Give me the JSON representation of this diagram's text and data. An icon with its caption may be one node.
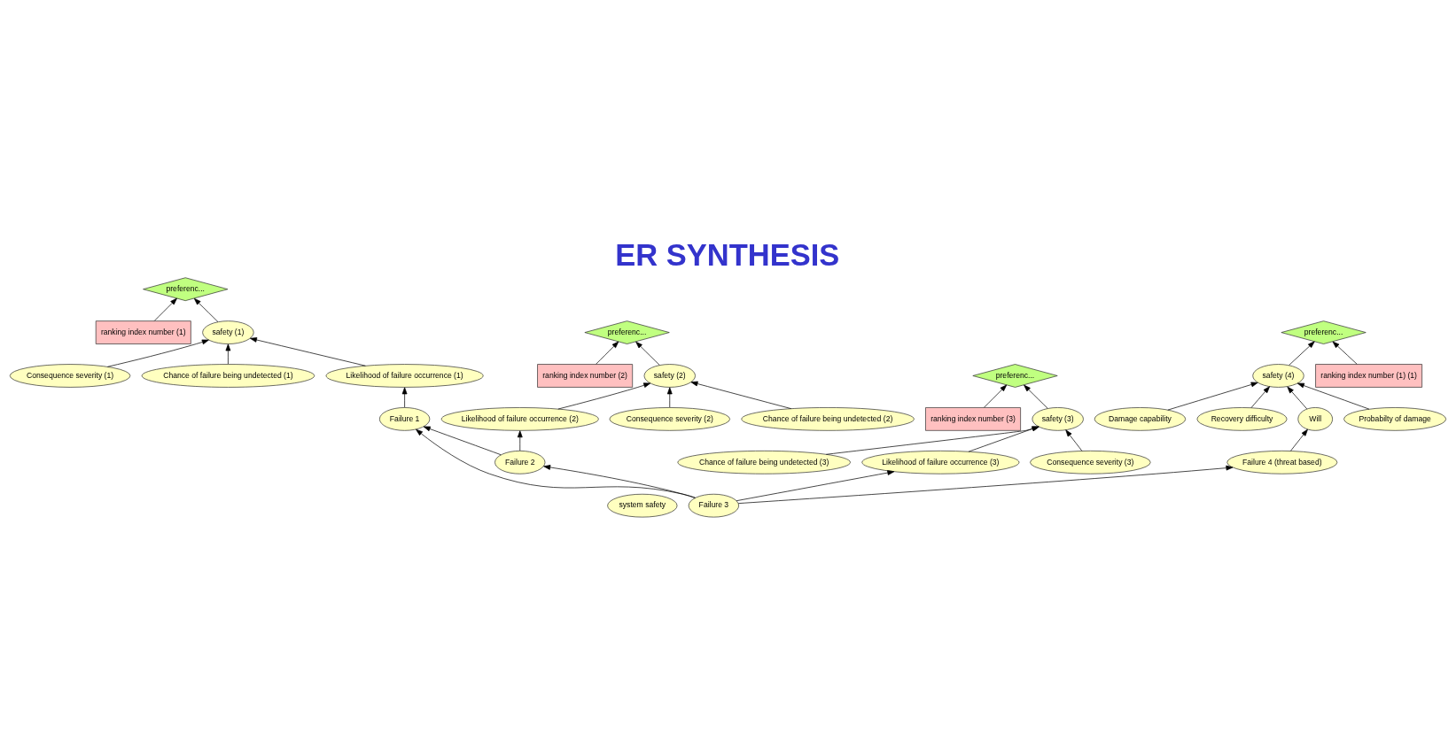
{
  "diagram": {
    "title": "ER SYNTHESIS",
    "nodes": [
      {
        "text": [
          "system safety"
        ]
      },
      {
        "text": [
          "safety (1)"
        ]
      },
      {
        "text": [
          "preferenc..."
        ]
      },
      {
        "text": [
          "ranking index number (1)"
        ]
      },
      {
        "text": [
          "Consequence severity (1)"
        ]
      },
      {
        "text": [
          "Chance of failure being undetected (1)"
        ]
      },
      {
        "text": [
          "Likelihood of failure occurrence (1)"
        ]
      },
      {
        "text": [
          "safety (2)"
        ]
      },
      {
        "text": [
          "preferenc..."
        ]
      },
      {
        "text": [
          "ranking index number (2)"
        ]
      },
      {
        "text": [
          "Consequence severity (2)"
        ]
      },
      {
        "text": [
          "Chance of failure being undetected (2)"
        ]
      },
      {
        "text": [
          "Likelihood of failure occurrence (2)"
        ]
      },
      {
        "text": [
          "safety (3)"
        ]
      },
      {
        "text": [
          "preferenc..."
        ]
      },
      {
        "text": [
          "ranking index number (3)"
        ]
      },
      {
        "text": [
          "Consequence severity (3)"
        ]
      },
      {
        "text": [
          "Chance of failure being undetected (3)"
        ]
      },
      {
        "text": [
          "Likelihood of failure occurrence (3)"
        ]
      },
      {
        "text": [
          "safety (4)"
        ]
      },
      {
        "text": [
          "preferenc..."
        ]
      },
      {
        "text": [
          "Probabilty of damage"
        ]
      },
      {
        "text": [
          "ranking index number (1) (1)"
        ]
      },
      {
        "text": [
          "Damage capability"
        ]
      },
      {
        "text": [
          "Recovery difficulty"
        ]
      },
      {
        "text": [
          "Will"
        ]
      },
      {
        "text": [
          "Failure 1"
        ]
      },
      {
        "text": [
          "Failure 2"
        ]
      },
      {
        "text": [
          "Failure 3"
        ]
      },
      {
        "text": [
          "Failure 4 (threat based)"
        ]
      }
    ],
    "edges": [
      {
        "from": 1,
        "to": 2,
        "arrow": "to"
      },
      {
        "from": 3,
        "to": 2,
        "arrow": "to"
      },
      {
        "from": 4,
        "to": 1,
        "arrow": "to"
      },
      {
        "from": 5,
        "to": 1,
        "arrow": "to"
      },
      {
        "from": 6,
        "to": 1,
        "arrow": "to"
      },
      {
        "from": 7,
        "to": 8,
        "arrow": "to"
      },
      {
        "from": 9,
        "to": 8,
        "arrow": "to"
      },
      {
        "from": 10,
        "to": 7,
        "arrow": "to"
      },
      {
        "from": 11,
        "to": 7,
        "arrow": "to"
      },
      {
        "from": 12,
        "to": 7,
        "arrow": "to"
      },
      {
        "from": 13,
        "to": 14,
        "arrow": "to"
      },
      {
        "from": 15,
        "to": 14,
        "arrow": "to"
      },
      {
        "from": 16,
        "to": 13,
        "arrow": "to"
      },
      {
        "from": 17,
        "to": 13,
        "arrow": "to"
      },
      {
        "from": 18,
        "to": 13,
        "arrow": "to"
      },
      {
        "from": 19,
        "to": 20,
        "arrow": "to"
      },
      {
        "from": 22,
        "to": 20,
        "arrow": "to"
      },
      {
        "from": 21,
        "to": 19,
        "arrow": "to"
      },
      {
        "from": 23,
        "to": 19,
        "arrow": "to"
      },
      {
        "from": 24,
        "to": 19,
        "arrow": "to"
      },
      {
        "from": 25,
        "to": 19,
        "arrow": "to"
      },
      {
        "from": 26,
        "to": 6,
        "arrow": "to"
      },
      {
        "from": 27,
        "to": 12,
        "arrow": "to"
      },
      {
        "from": 28,
        "to": 18,
        "arrow": "to"
      },
      {
        "from": 29,
        "to": 25,
        "arrow": "to"
      },
      {
        "from": 28,
        "to": 26,
        "arrow": "to"
      },
      {
        "from": 27,
        "to": 26,
        "arrow": "to"
      },
      {
        "from": 28,
        "to": 27,
        "arrow": "to"
      },
      {
        "from": 28,
        "to": 29,
        "arrow": "to"
      }
    ]
  }
}
